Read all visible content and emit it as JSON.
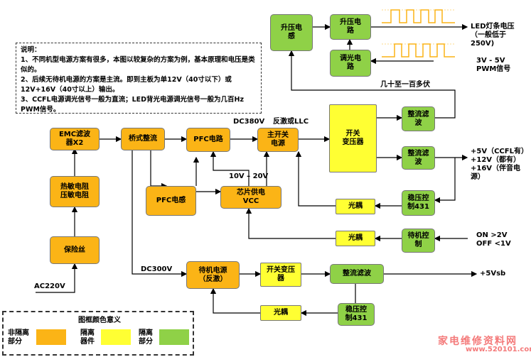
{
  "colors": {
    "non_isolated": "#fbb416",
    "isolation_device": "#ffff33",
    "isolated": "#8fd147"
  },
  "note": {
    "title": "说明：",
    "line1": "1、不同机型电源方案有很多，本图以较复杂的方案为例，基本原理和电压是类似的。",
    "line2": "2、后续无待机电源的方案是主流。即到主板为单12V（40寸以下）或12V+16V（40寸以上）输出。",
    "line3": "3、CCFL电源调光信号一般为直流；LED背光电源调光信号一般为几百Hz PWM信号。"
  },
  "blocks": {
    "emc": "EMC滤波\n器X2",
    "thermistor": "热敏电阻\n压敏电阻",
    "fuse": "保险丝",
    "bridge": "桥式整流",
    "pfc_circuit": "PFC电路",
    "pfc_inductor": "PFC电感",
    "chip_vcc": "芯片供电\nVCC",
    "main_switch": "主开关\n电源",
    "transformer": "开关\n变压器",
    "rect1": "整流滤\n波",
    "rect2": "整流滤\n波",
    "regulator431": "稳压控\n制431",
    "optocoupler1": "光耦",
    "optocoupler2": "光耦",
    "standby_ctrl": "待机控\n制",
    "boost_inductor": "升压电\n感",
    "boost_circuit": "升压电\n路",
    "dimming": "调光电\n路",
    "standby_power": "待机电源\n（反激）",
    "standby_transformer": "开关变压\n器",
    "standby_rect": "整流滤波",
    "standby_opto": "光耦",
    "standby_reg": "稳压控\n制431"
  },
  "labels": {
    "ac220": "AC220V",
    "dc380": "DC380V",
    "flyback": "反激或LLC",
    "v10_20": "10V – 20V",
    "dc300": "DC300V",
    "dozens": "几十至一百多伏",
    "led_out": "LED灯条电压\n（一般低于\n250V)",
    "pwm": "3V - 5V\nPWM信号",
    "outputs": "+5V（CCFL有）\n+12V（都有）\n+16V（伴音电源）",
    "on_off": "ON   >2V\nOFF <1V",
    "vsb": "+5Vsb"
  },
  "legend": {
    "title": "图框颜色意义",
    "non_isolated": "非隔离\n部分",
    "isolation_device": "隔离\n器件",
    "isolated": "隔离\n部分"
  },
  "watermark": {
    "text": "家电维修资料网",
    "url": "www.520101.com"
  }
}
